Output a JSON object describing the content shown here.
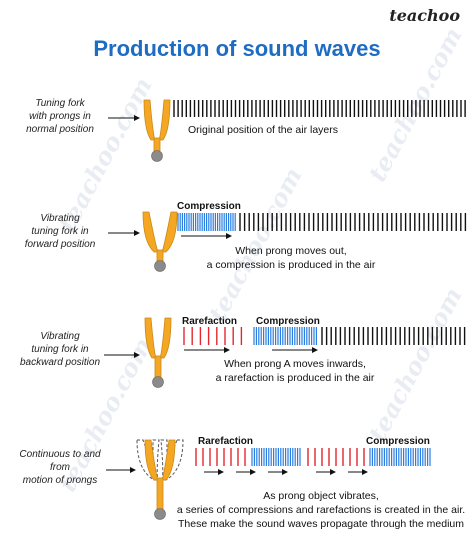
{
  "brand": "teachoo",
  "title": "Production of sound waves",
  "watermark": "teachoo.com",
  "colors": {
    "title": "#1f6dc2",
    "fork": "#f5a623",
    "fork_dark": "#c98a16",
    "bob": "#8b8b8b",
    "compression": "#2a7de1",
    "rarefaction": "#e3262f",
    "lines": "#111111"
  },
  "panels": [
    {
      "side_label": [
        "Tuning fork",
        "with prongs in",
        "normal position"
      ],
      "caption": [
        "Original position of the air layers"
      ],
      "regions": []
    },
    {
      "side_label": [
        "Vibrating",
        "tuning fork in",
        "forward position"
      ],
      "caption": [
        "When prong moves out,",
        "a compression is produced in the air"
      ],
      "regions": [
        {
          "label": "Compression"
        }
      ]
    },
    {
      "side_label": [
        "Vibrating",
        "tuning fork in",
        "backward position"
      ],
      "caption": [
        "When prong A moves inwards,",
        "a rarefaction is produced in the air"
      ],
      "regions": [
        {
          "label": "Rarefaction"
        },
        {
          "label": "Compression"
        }
      ]
    },
    {
      "side_label": [
        "Continuous  to and",
        "from",
        "motion of prongs"
      ],
      "caption": [
        "As prong object vibrates,",
        "a series of compressions and rarefactions is created in the air.",
        "These make the sound waves propagate through the medium"
      ],
      "regions": [
        {
          "label": "Rarefaction"
        },
        {
          "label": "Compression"
        }
      ]
    }
  ]
}
